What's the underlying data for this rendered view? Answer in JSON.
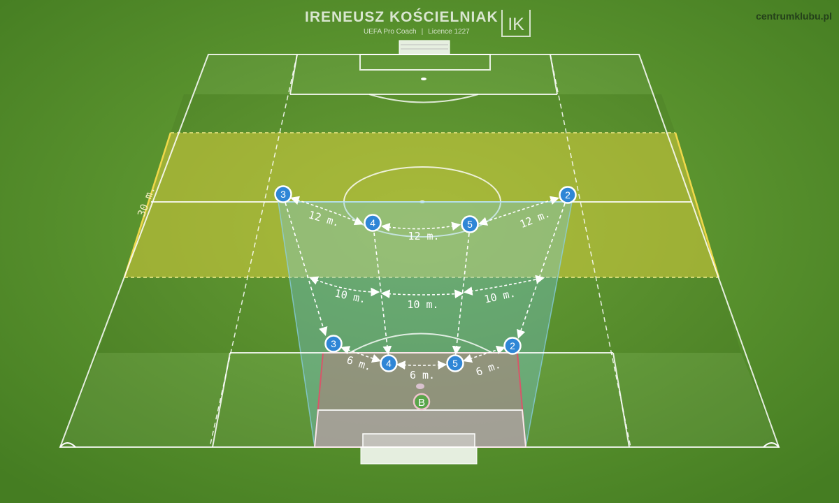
{
  "header": {
    "coach_name": "IRENEUSZ KOŚCIELNIAK",
    "coach_role": "UEFA Pro Coach",
    "licence": "Licence 1227",
    "logo_letters": "IK",
    "site": "centrumklubu.pl"
  },
  "zone": {
    "depth_label": "30 m."
  },
  "players": {
    "high": [
      {
        "number": "3"
      },
      {
        "number": "4"
      },
      {
        "number": "5"
      },
      {
        "number": "2"
      }
    ],
    "low": [
      {
        "number": "3"
      },
      {
        "number": "4"
      },
      {
        "number": "5"
      },
      {
        "number": "2"
      }
    ],
    "ball_label": "B"
  },
  "distances": {
    "high_row": [
      "12 m.",
      "12 m.",
      "12 m."
    ],
    "between_rows": [
      "10 m.",
      "10 m.",
      "10 m."
    ],
    "low_row": [
      "6 m.",
      "6 m.",
      "6 m."
    ]
  },
  "colors": {
    "grass": "#4f8a28",
    "zone_fill": "#c9bf3a",
    "player_fill": "#2f86d6",
    "ball_fill": "#5aa54a",
    "penalty_outline": "#d8566a"
  }
}
